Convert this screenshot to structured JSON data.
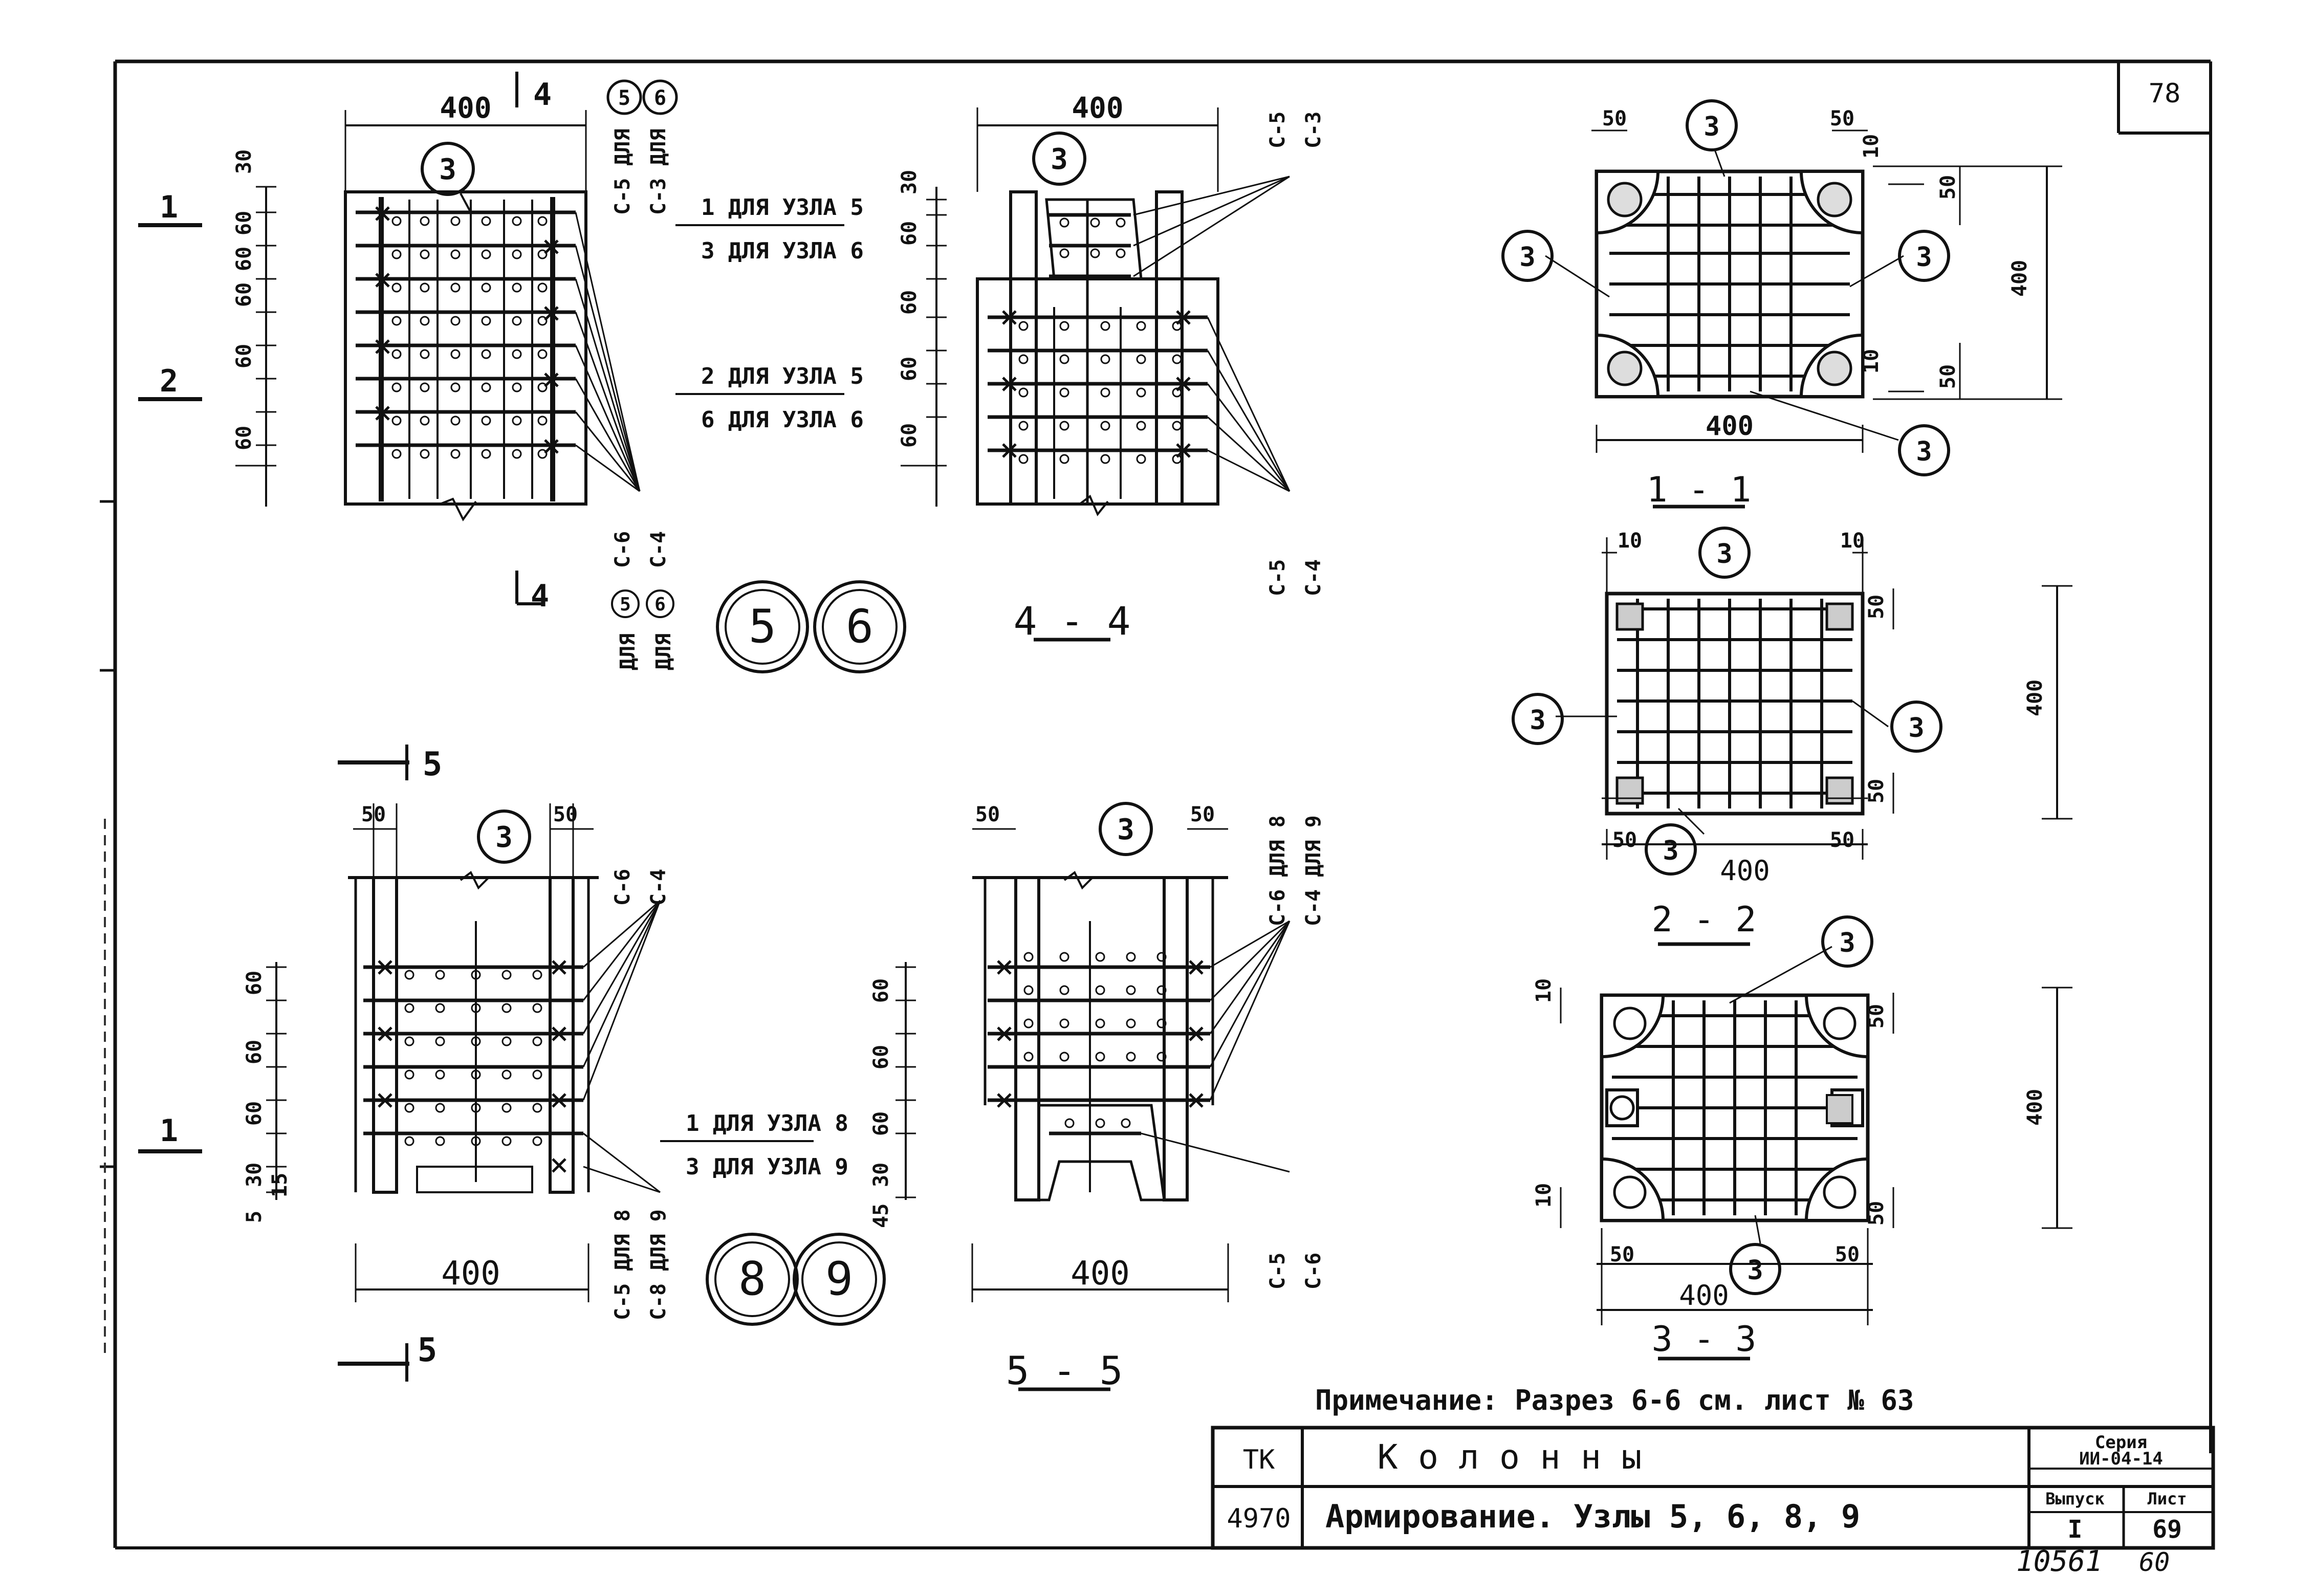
{
  "sheet_number": "78",
  "top_labels": {
    "node5_marker": "5",
    "node6_marker": "6",
    "c5_for": "С-5 ДЛЯ",
    "c3_for": "С-3 ДЛЯ",
    "c5": "С-5",
    "c3": "С-3",
    "c6": "С-6",
    "c4": "С-4",
    "for_word": "ДЛЯ"
  },
  "callouts": {
    "c1a": "1 ДЛЯ УЗЛА 5",
    "c1b": "3 ДЛЯ УЗЛА 6",
    "c2a": "2 ДЛЯ УЗЛА 5",
    "c2b": "6 ДЛЯ УЗЛА 6",
    "c3a": "1 ДЛЯ УЗЛА 8",
    "c3b": "3 ДЛЯ УЗЛА 9",
    "c8": "С-6 ДЛЯ 8",
    "c9": "С-4 ДЛЯ 9",
    "c8b": "С-5 ДЛЯ 8",
    "c9b": "С-8 ДЛЯ 9"
  },
  "dims": {
    "d400": "400",
    "d50": "50",
    "d60": "60",
    "d30": "30",
    "d10": "10",
    "d5": "5",
    "d15": "15",
    "d45": "45"
  },
  "rebar_mark": "3",
  "section_marks": {
    "s4": "4",
    "s5": "5",
    "s1": "1",
    "s2": "2"
  },
  "section_titles": {
    "s44": "4 - 4",
    "s55": "5 - 5",
    "s11": "1 - 1",
    "s22": "2 - 2",
    "s33": "3 - 3"
  },
  "node_circles": {
    "n5": "5",
    "n6": "6",
    "n8": "8",
    "n9": "9"
  },
  "note": "Примечание: Разрез 6-6 см. лист № 63",
  "title_block": {
    "code": "ТК",
    "number": "4970",
    "title_main": "К о л о н н ы",
    "title_sub": "Армирование. Узлы 5, 6, 8, 9",
    "series_label": "Серия",
    "series_value": "ИИ-04-14",
    "issue_label": "Выпуск",
    "issue_value": "I",
    "sheet_label": "Лист",
    "sheet_value": "69"
  },
  "stamp": "10561",
  "page_footer": "60"
}
